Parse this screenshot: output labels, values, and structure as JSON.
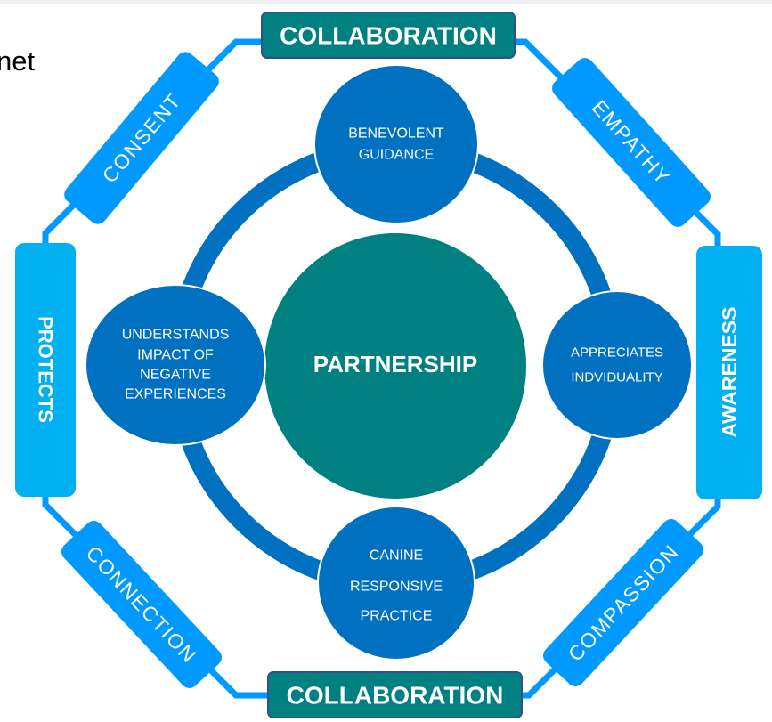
{
  "partial_heading": "net",
  "center": {
    "label": "PARTNERSHIP"
  },
  "collaboration_top": {
    "label": "COLLABORATION"
  },
  "collaboration_bottom": {
    "label": "COLLABORATION"
  },
  "side_boxes": {
    "protects": "PROTECTS",
    "awareness": "AWARENESS"
  },
  "pills": {
    "consent": "CONSENT",
    "empathy": "EMPATHY",
    "connection": "CONNECTION",
    "compassion": "COMPASSION"
  },
  "inner_circles": {
    "top": {
      "lines": [
        "BENEVOLENT",
        "GUIDANCE"
      ]
    },
    "left": {
      "lines": [
        "UNDERSTANDS",
        "IMPACT OF",
        "NEGATIVE",
        "EXPERIENCES"
      ]
    },
    "right": {
      "lines": [
        "APPRECIATES",
        "INDVIDUALITY"
      ]
    },
    "bottom": {
      "lines": [
        "CANINE",
        "RESPONSIVE",
        "PRACTICE"
      ]
    }
  },
  "colors": {
    "teal": "#008080",
    "teal_border": "#2F528F",
    "ring": "#0070C0",
    "inner_circle": "#0070C0",
    "pill": "#0099FF",
    "connector": "#0099FF",
    "side_box": "#00B0F0",
    "top_strip": "#EFEFEF"
  }
}
